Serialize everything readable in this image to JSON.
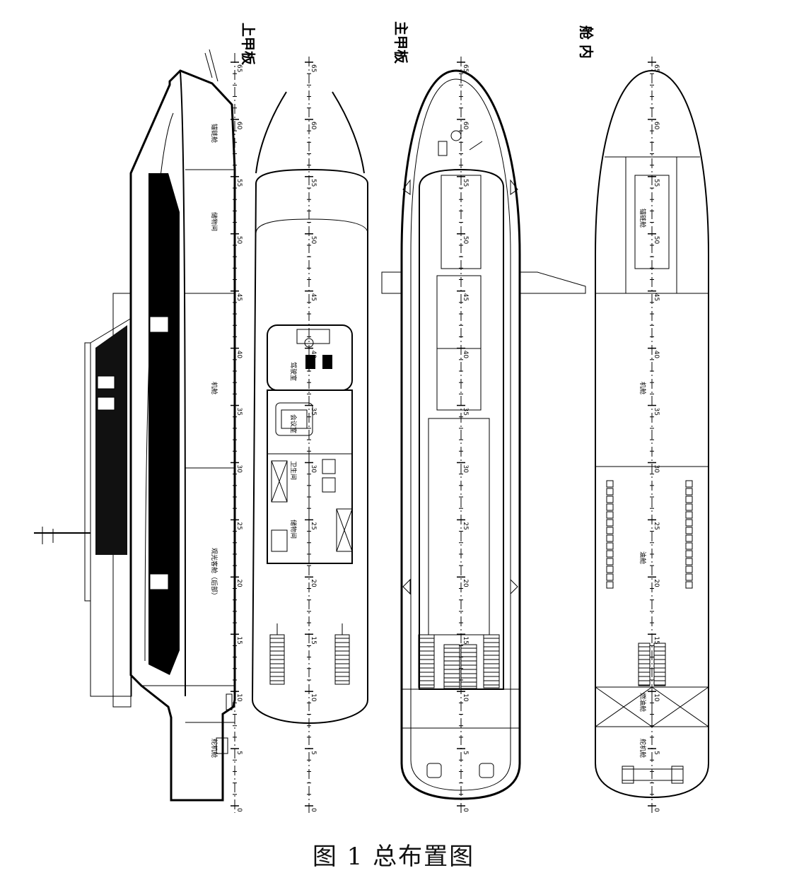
{
  "caption": "图 1  总布置图",
  "deck_titles": {
    "upper_deck": "上甲板",
    "main_deck": "主甲板",
    "hold": "舱 内"
  },
  "frame_labels": [
    "65",
    "60",
    "55",
    "50",
    "45",
    "40",
    "35",
    "30",
    "25",
    "20",
    "15",
    "10",
    "5",
    "0"
  ],
  "profile_rooms": [
    "锚链舱",
    "储物间",
    "机舱",
    "观光客舱（后部）",
    "舵机舱"
  ],
  "upper_rooms": [
    "驾驶室",
    "会议室",
    "卫生间",
    "储物间"
  ],
  "hold_rooms": [
    "锚链舱",
    "机舱",
    "油舱",
    "燃油舱",
    "舵机舱"
  ]
}
